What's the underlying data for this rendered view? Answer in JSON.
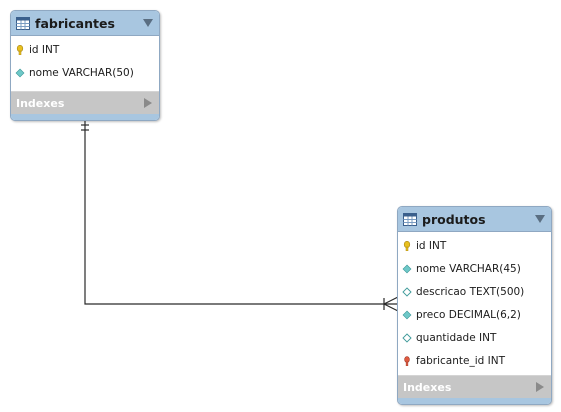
{
  "diagram": {
    "tables": [
      {
        "id": "fabricantes",
        "name": "fabricantes",
        "columns": [
          {
            "label": "id INT",
            "icon": "primary-key-icon"
          },
          {
            "label": "nome VARCHAR(50)",
            "icon": "column-not-null-icon"
          }
        ],
        "indexes_label": "Indexes"
      },
      {
        "id": "produtos",
        "name": "produtos",
        "columns": [
          {
            "label": "id INT",
            "icon": "primary-key-icon"
          },
          {
            "label": "nome VARCHAR(45)",
            "icon": "column-not-null-icon"
          },
          {
            "label": "descricao TEXT(500)",
            "icon": "column-nullable-icon"
          },
          {
            "label": "preco DECIMAL(6,2)",
            "icon": "column-not-null-icon"
          },
          {
            "label": "quantidade INT",
            "icon": "column-nullable-icon"
          },
          {
            "label": "fabricante_id INT",
            "icon": "foreign-key-icon"
          }
        ],
        "indexes_label": "Indexes"
      }
    ],
    "relationships": [
      {
        "from": "fabricantes",
        "to": "produtos",
        "type": "one-to-many",
        "from_marker": "one-and-only-one",
        "to_marker": "one-or-many"
      }
    ]
  },
  "colors": {
    "header": "#a8c6e0",
    "border": "#8fa8c2",
    "indexes_bar": "#c6c6c6",
    "primary_key": "#e8c020",
    "foreign_key": "#e05a40",
    "column_diamond": "#6ec8c8"
  }
}
